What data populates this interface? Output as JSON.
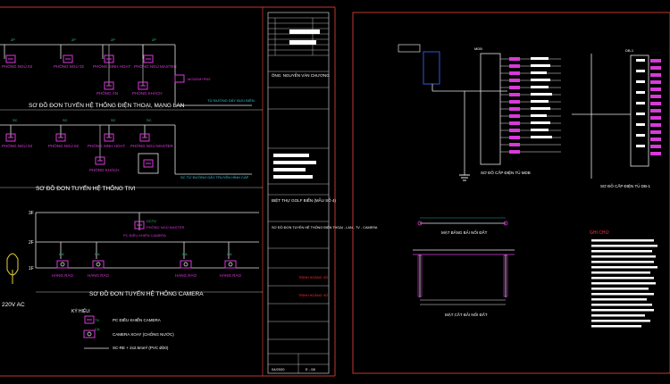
{
  "colors": {
    "background": "#000000",
    "frame": "#c0392b",
    "wire": "#e8e8e8",
    "device": "#d83ad8",
    "label": "#ffffff",
    "accent_green": "#2ecc71",
    "accent_cyan": "#33c7d8",
    "accent_yellow": "#e6d23a",
    "title_block_red": "#ff3030"
  },
  "left_sheet": {
    "phone_section": {
      "tags": [
        "2P",
        "2P",
        "2P",
        "2P"
      ],
      "rooms": [
        "PHÒNG NGỦ 03",
        "PHÒNG NGỦ 02",
        "PHÒNG SINH HOẠT",
        "PHÒNG NGỦ MASTER"
      ],
      "lower_rooms": [
        "PHÒNG ĂN",
        "PHÒNG KHÁCH"
      ],
      "modem": "MODEM+PBX",
      "from_box": "TỪ ĐƯỜNG DÂY BƯU ĐIỆN",
      "title": "SƠ ĐỒ ĐƠN TUYẾN HỆ THỐNG ĐIỆN THOẠI, MẠNG LAN"
    },
    "tv_section": {
      "tags": [
        "SC",
        "SC",
        "SC",
        "SC"
      ],
      "rooms": [
        "PHÒNG NGỦ 03",
        "PHÒNG NGỦ 02",
        "PHÒNG SINH HOẠT",
        "PHÒNG NGỦ MASTER"
      ],
      "lower_room": "PHÒNG KHÁCH",
      "from_box": "SC  TỪ ĐƯỜNG DÂY TRUYỀN HÌNH CÁP",
      "title": "SƠ ĐỒ ĐƠN TUYẾN HỆ THỐNG TIVI"
    },
    "camera_section": {
      "floors": [
        "3F",
        "2F",
        "1F"
      ],
      "cctv_label": "CCTV",
      "master_room": "PHÒNG NGỦ MASTER",
      "controller": "PC ĐIỀU KHIỂN CAMERA",
      "camera_tags": [
        "CA",
        "CA",
        "CA",
        "CA"
      ],
      "camera_labels": [
        "HÀNG RÀO",
        "HÀNG RÀO",
        "HÀNG RÀO",
        "HÀNG RÀO"
      ],
      "power": "220V AC",
      "title": "SƠ ĐỒ ĐƠN TUYẾN HỆ THỐNG CAMERA"
    },
    "legend": {
      "heading": "KÝ HIỆU:",
      "items": [
        {
          "tag": "TV",
          "text": "PC ĐIỀU KHIỂN CAMERA"
        },
        {
          "tag": "CA",
          "text": "CAMERA XOAY (CHỐNG NƯỚC)"
        },
        {
          "tag": "",
          "text": "SC-RE + 2x2.5mm² (PVC Ø20)"
        }
      ]
    }
  },
  "title_block": {
    "owner": "ÔNG. NGUYỄN VĂN CHƯƠNG",
    "project": "BIỆT THỰ GOLF BIỂN (MẪU SỐ 4)",
    "drawing": "SƠ ĐỒ ĐƠN TUYẾN HỆ THỐNG ĐIỆN THOẠI - LAN - TV - CAMERA",
    "design": "TRỊNH HOÀNG VŨ",
    "check": "TRỊNH HOÀNG VŨ",
    "scale": "04/2020",
    "sheet": "E - 08"
  },
  "right_sheet": {
    "panel_db1": "MDB",
    "panel_db2": "DB-1",
    "caption_main": "SƠ ĐỒ CẤP ĐIỆN TỦ MDB",
    "caption_db1": "SƠ ĐỒ CẤP ĐIỆN TỦ DB-1",
    "plan_caption": "MẶT BẰNG BẢI NỐI ĐẤT",
    "section_caption": "MẶT CẮT BẢI NỐI ĐẤT",
    "notes_heading": "GHI CHÚ:"
  }
}
